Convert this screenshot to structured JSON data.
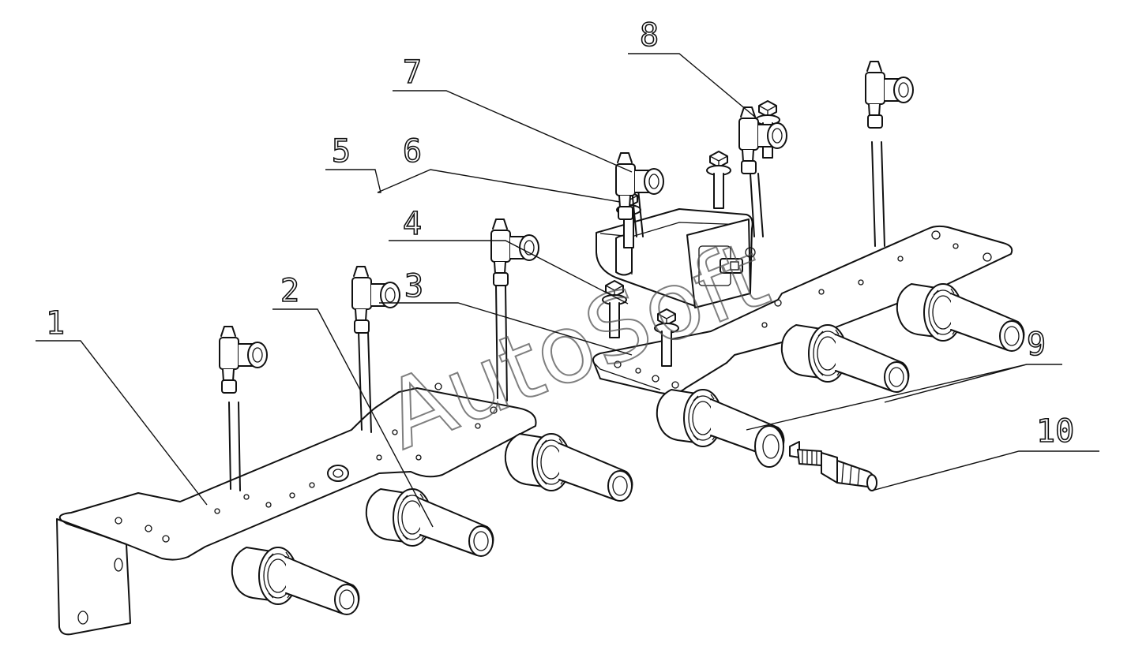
{
  "callouts": [
    {
      "id": "1",
      "label": "1"
    },
    {
      "id": "2",
      "label": "2"
    },
    {
      "id": "3",
      "label": "3"
    },
    {
      "id": "4",
      "label": "4"
    },
    {
      "id": "5",
      "label": "5"
    },
    {
      "id": "6",
      "label": "6"
    },
    {
      "id": "7",
      "label": "7"
    },
    {
      "id": "8",
      "label": "8"
    },
    {
      "id": "9",
      "label": "9"
    },
    {
      "id": "10",
      "label": "10"
    }
  ],
  "watermark": {
    "text": "AutoSoft"
  },
  "colors": {
    "line": "#111111",
    "background": "#ffffff",
    "watermark": "#555555"
  }
}
